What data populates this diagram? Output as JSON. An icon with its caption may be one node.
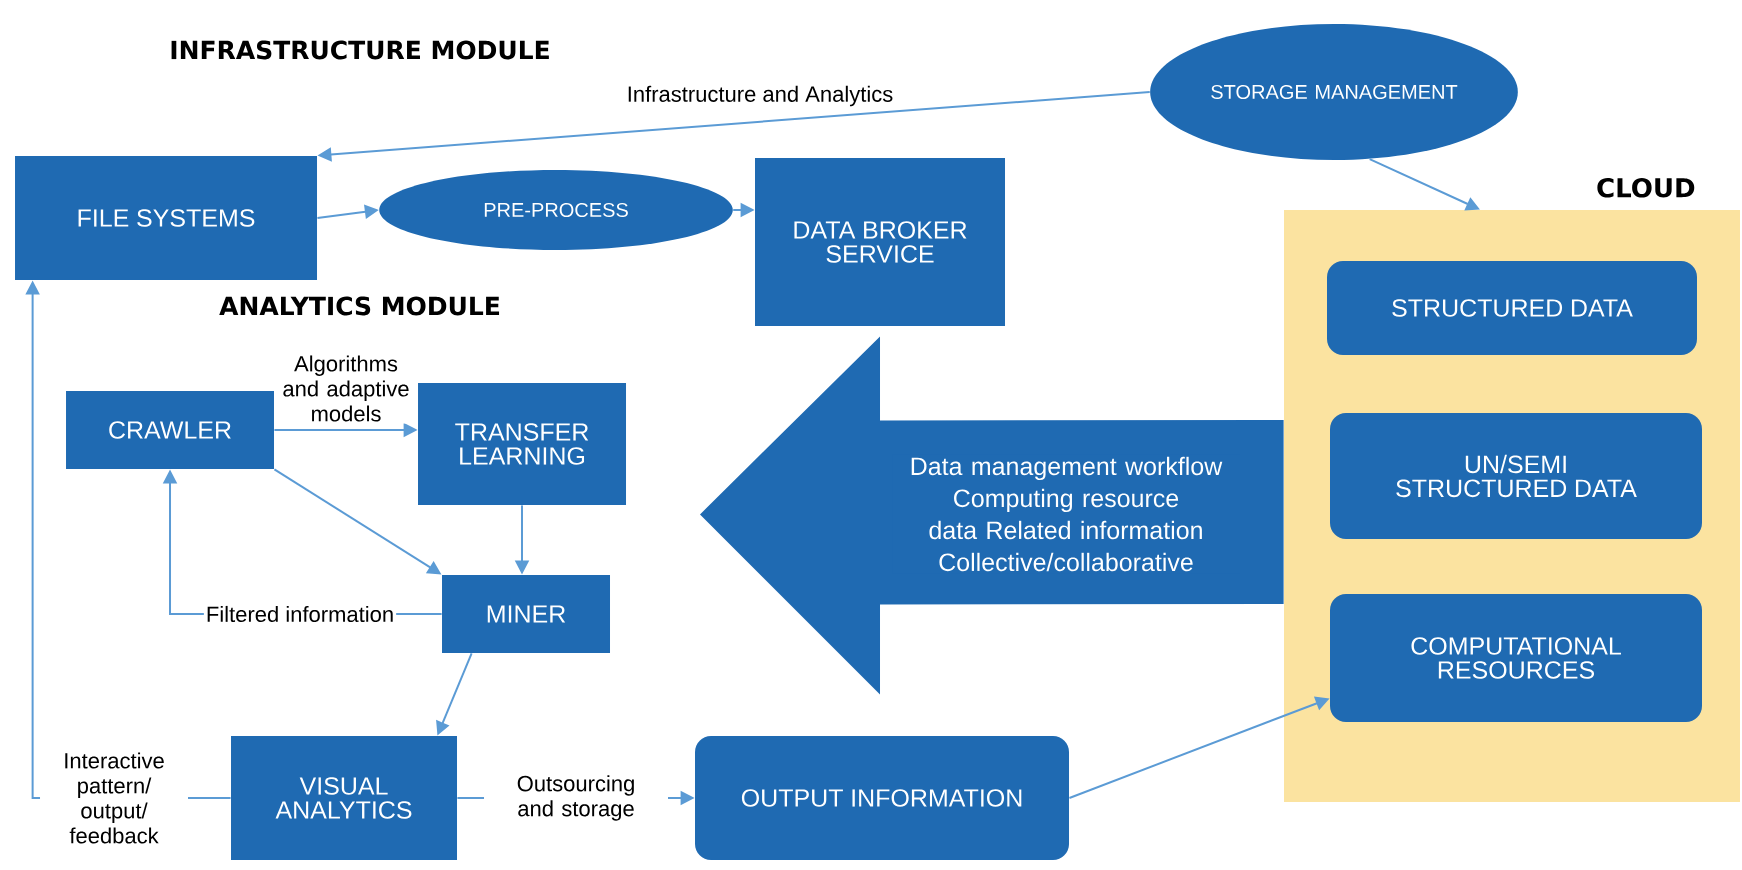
{
  "diagram": {
    "nodes": [
      {
        "text": [
          "FILE SYSTEMS"
        ]
      },
      {
        "text": [
          "PRE-PROCESS"
        ]
      },
      {
        "text": [
          "DATA BROKER SERVICE"
        ]
      },
      {
        "text": [
          "STORAGE MANAGEMENT"
        ]
      },
      {
        "text": [
          "CLOUD"
        ]
      },
      {
        "text": [
          "STRUCTURED DATA"
        ],
        "in": 4
      },
      {
        "text": [
          "UN/SEMI STRUCTURED DATA"
        ],
        "in": 4
      },
      {
        "text": [
          "COMPUTATIONAL RESOURCES"
        ],
        "in": 4
      },
      {
        "text": [
          "CRAWLER"
        ]
      },
      {
        "text": [
          "TRANSFER LEARNING"
        ]
      },
      {
        "text": [
          "MINER"
        ]
      },
      {
        "text": [
          "VISUAL ANALYTICS"
        ]
      },
      {
        "text": [
          "OUTPUT INFORMATION"
        ]
      }
    ],
    "edges": [
      {
        "from": 3,
        "to": 0,
        "arrow": "to",
        "label": "Infrastructure and Analytics"
      },
      {
        "from": 3,
        "to": 4,
        "arrow": "to"
      },
      {
        "from": 0,
        "to": 1,
        "arrow": "to"
      },
      {
        "from": 1,
        "to": 2,
        "arrow": "to"
      },
      {
        "from": 8,
        "to": 9,
        "arrow": "to",
        "label": "Algorithms and adaptive models"
      },
      {
        "from": 8,
        "to": 10,
        "arrow": "to"
      },
      {
        "from": 9,
        "to": 10,
        "arrow": "to"
      },
      {
        "from": 10,
        "to": 8,
        "arrow": "to",
        "label": "Filtered information"
      },
      {
        "from": 10,
        "to": 11,
        "arrow": "to"
      },
      {
        "from": 11,
        "to": 0,
        "arrow": "to",
        "label": "Interactive pattern/ output/ feedback"
      },
      {
        "from": 11,
        "to": 12,
        "arrow": "to",
        "label": "Outsourcing and storage"
      },
      {
        "from": 12,
        "to": 7,
        "arrow": "to"
      },
      {
        "from": 4,
        "to": 2,
        "arrow": "to",
        "style": "thick",
        "label": "Data management workflow Computing resource data Related information Collective/collaborative"
      }
    ],
    "labels": [
      "INFRASTRUCTURE MODULE",
      "ANALYTICS MODULE"
    ]
  }
}
